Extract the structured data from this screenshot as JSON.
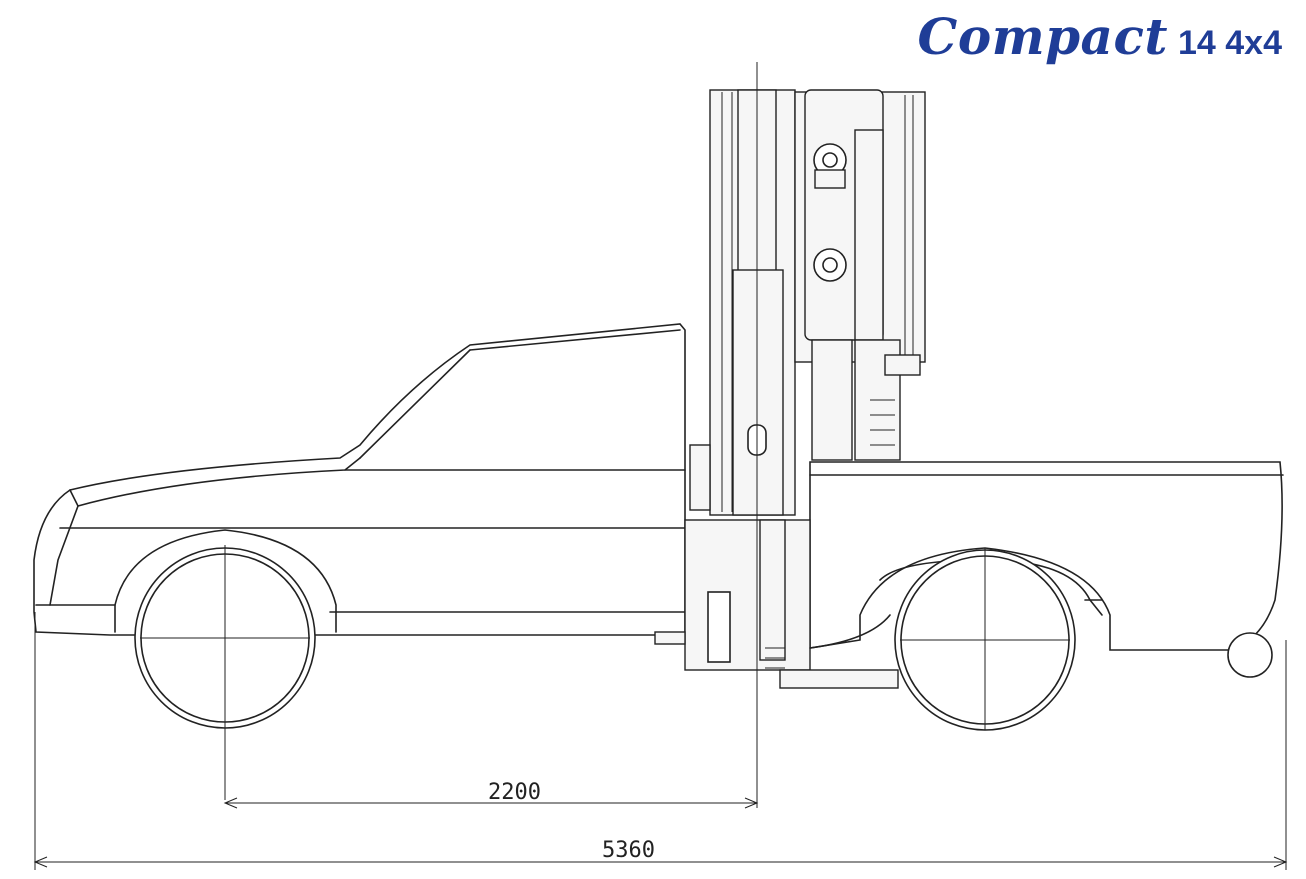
{
  "title": {
    "model": "Compact",
    "variant": "14 4x4"
  },
  "dimensions": {
    "wheel_to_mast": "2200",
    "overall_length": "5360"
  },
  "colors": {
    "title": "#1f3d97",
    "line": "#222222"
  }
}
